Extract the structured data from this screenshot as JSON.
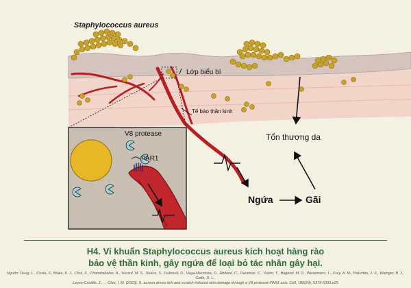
{
  "labels": {
    "bacteria": "Staphylococcus aureus",
    "epidermis": "Lớp biểu bì",
    "neuron": "Tế bào thần kinh",
    "protease": "V8 protease",
    "receptor": "PAR1",
    "damage": "Tổn thương da",
    "itch": "Ngứa",
    "scratch": "Gãi"
  },
  "caption": {
    "line1": "H4. Vi khuẩn Staphylococcus aureus kích hoạt hàng rào",
    "line2": "bảo vệ thần kinh, gây ngứa để loại bỏ tác nhân gây hại."
  },
  "source": {
    "line1": "Nguồn: Deng, L., Costa, F., Blake, K. J., Choi, S., Chandrabalan, A., Yousuf, M. S., Shiers, S., Dubreuil, D., Vega-Mendoza, D., Rolland, C., Deraison, C., Voisin, T., Bagood, M. D., Wesemann, L., Frey, A. M., Palumbo, J. S., Wainger, B. J., Gallo, R. L.,",
    "line2": "Leyva-Castillo, J., ... Chiu, I. M. (2023). S. aureus drives itch and scratch-induced skin damage through a V8 protease-PAR1 axis. Cell, 186(24), 5375-5393.e25"
  },
  "colors": {
    "bacteria": "#c9a227",
    "nerve": "#c0262b",
    "epidermis": "#d6c7c1",
    "dermis": "#f2d5cc",
    "background": "#f4f1e3",
    "inset": "#c8bfb2",
    "protease": "#9fd8e0",
    "caption": "#2e6a3a"
  }
}
